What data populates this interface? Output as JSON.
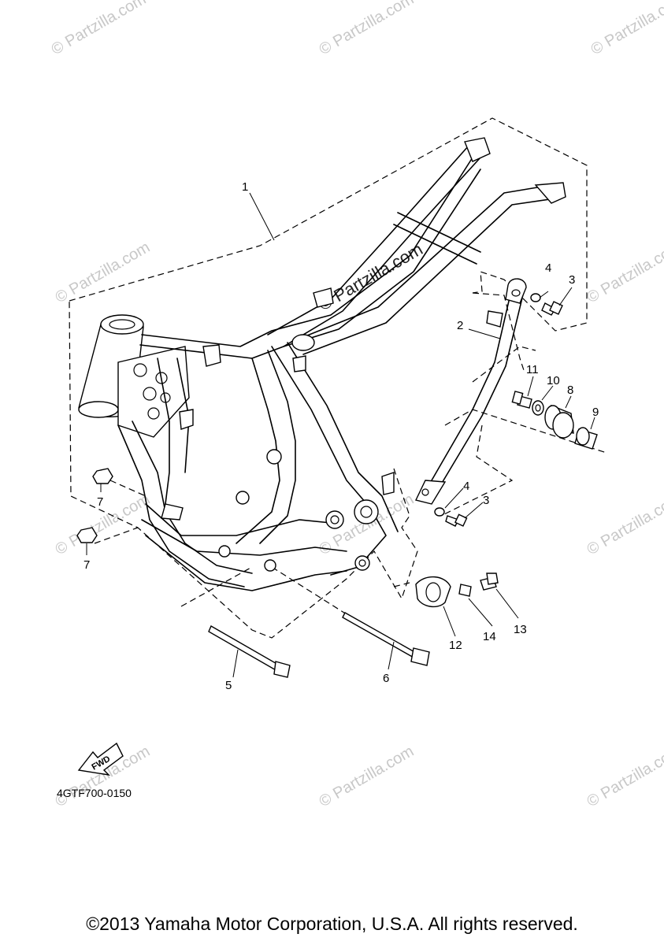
{
  "diagram": {
    "callouts": [
      "1",
      "2",
      "3",
      "3",
      "4",
      "4",
      "5",
      "6",
      "7",
      "7",
      "8",
      "9",
      "10",
      "11",
      "12",
      "13",
      "14"
    ],
    "diagram_code": "4GTF700-0150",
    "direction_label": "FWD"
  },
  "watermarks": {
    "text": "© Partzilla.com",
    "center_text": "© Partzilla.com"
  },
  "copyright": "©2013 Yamaha Motor Corporation, U.S.A. All rights reserved.",
  "colors": {
    "lines": "#000000",
    "watermark": "#c8c8c8",
    "background": "#ffffff"
  }
}
